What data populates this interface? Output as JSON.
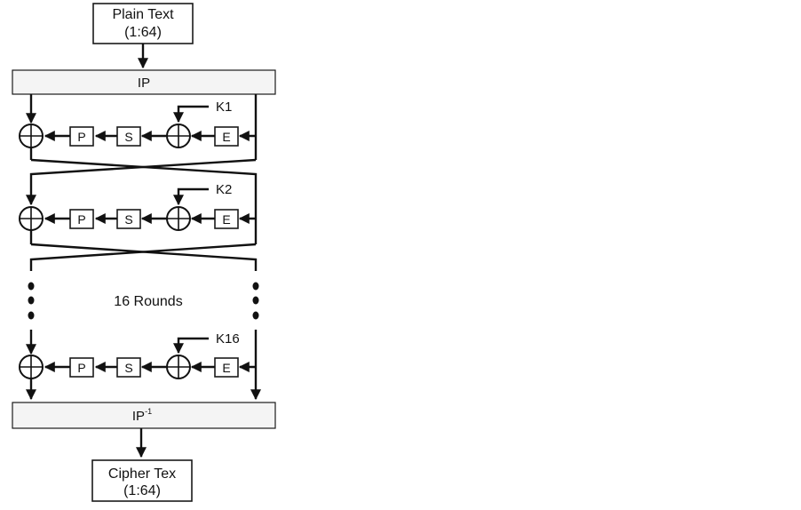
{
  "diagram": {
    "plain_text": {
      "line1": "Plain Text",
      "line2": "(1:64)"
    },
    "initial_permutation": {
      "label": "IP"
    },
    "final_permutation": {
      "label": "IP",
      "superscript": "-1"
    },
    "cipher_text": {
      "line1": "Cipher Tex",
      "line2": "(1:64)"
    },
    "rounds_label": "16 Rounds",
    "rounds": [
      {
        "key": "K1",
        "p": "P",
        "s": "S",
        "e": "E"
      },
      {
        "key": "K2",
        "p": "P",
        "s": "S",
        "e": "E"
      },
      {
        "key": "K16",
        "p": "P",
        "s": "S",
        "e": "E"
      }
    ]
  }
}
